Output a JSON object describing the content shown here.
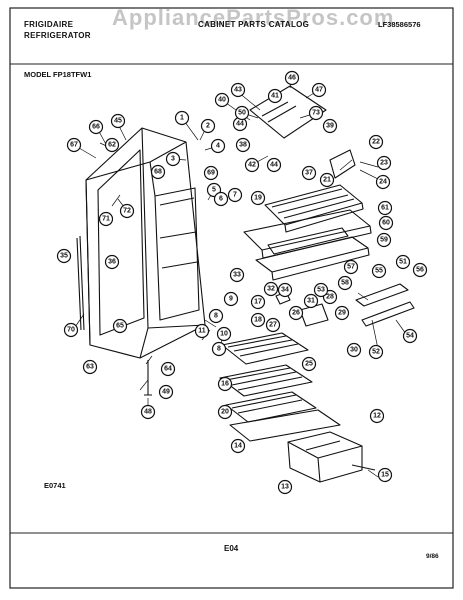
{
  "watermark": "AppliancePartsPros.com",
  "header": {
    "brand": "FRIGIDAIRE",
    "subtitle": "REFRIGERATOR",
    "title": "CABINET PARTS CATALOG",
    "code": "LF38586576"
  },
  "model_label": "MODEL FP18TFW1",
  "diagram_code": "E0741",
  "page_code": "E04",
  "date_code": "9/86",
  "callouts": [
    "1",
    "2",
    "3",
    "4",
    "5",
    "6",
    "7",
    "8",
    "9",
    "10",
    "11",
    "12",
    "13",
    "14",
    "15",
    "16",
    "17",
    "18",
    "19",
    "20",
    "21",
    "22",
    "23",
    "24",
    "25",
    "26",
    "27",
    "28",
    "29",
    "30",
    "31",
    "32",
    "33",
    "34",
    "35",
    "36",
    "37",
    "38",
    "39",
    "40",
    "41",
    "42",
    "43",
    "44",
    "45",
    "46",
    "47",
    "48",
    "49",
    "50",
    "51",
    "52",
    "53",
    "54",
    "55",
    "56",
    "57",
    "58",
    "59",
    "60",
    "61",
    "62",
    "63",
    "64",
    "65",
    "66",
    "67",
    "68",
    "69",
    "70",
    "71",
    "72",
    "73"
  ]
}
